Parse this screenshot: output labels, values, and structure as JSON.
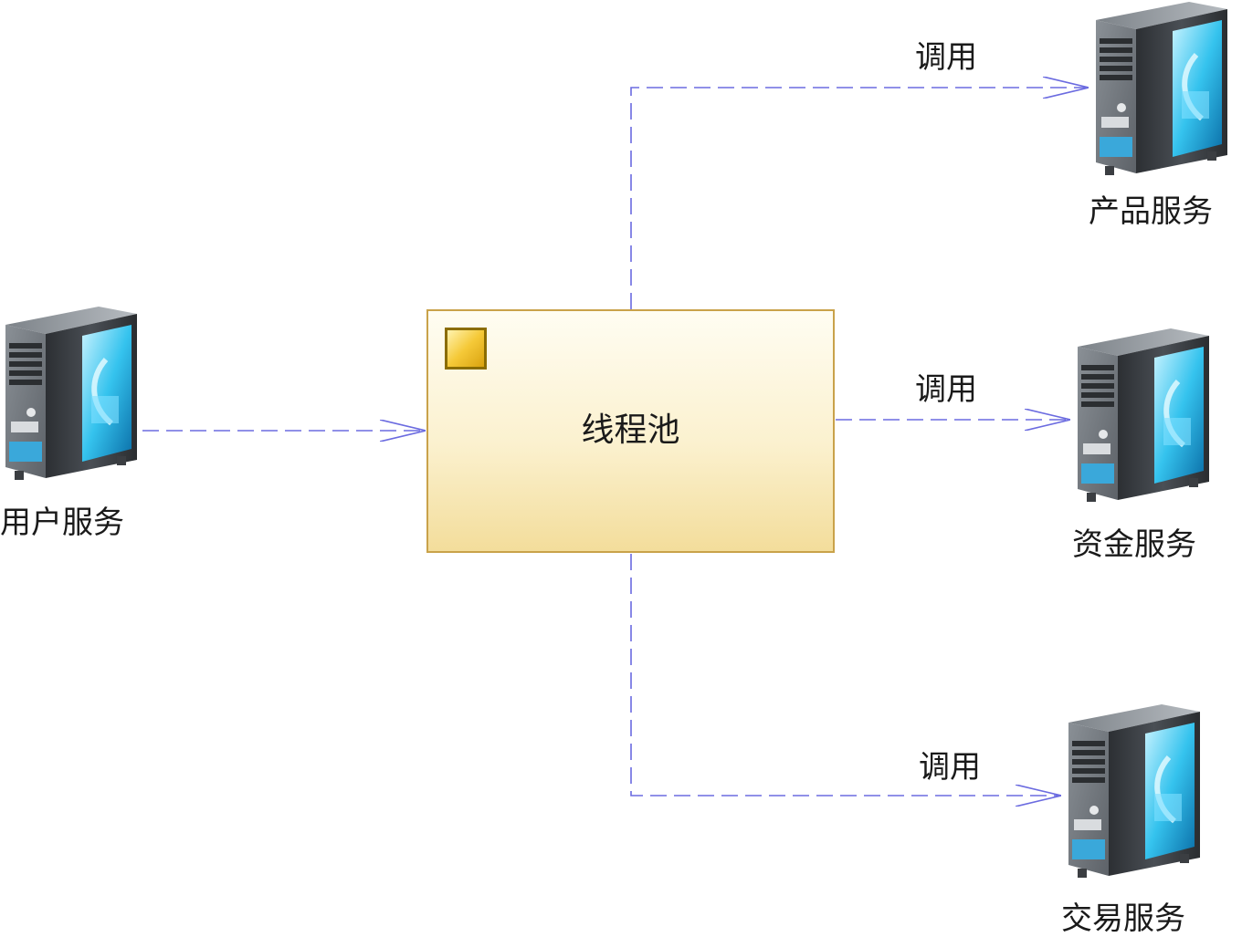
{
  "pool": {
    "title": "线程池"
  },
  "servers": {
    "user": "用户服务",
    "product": "产品服务",
    "fund": "资金服务",
    "trade": "交易服务"
  },
  "edges": {
    "call_product": "调用",
    "call_fund": "调用",
    "call_trade": "调用"
  },
  "colors": {
    "connector": "#6b6be0",
    "pool_border": "#c9a24a",
    "pool_fill": "#fbf1cf"
  }
}
